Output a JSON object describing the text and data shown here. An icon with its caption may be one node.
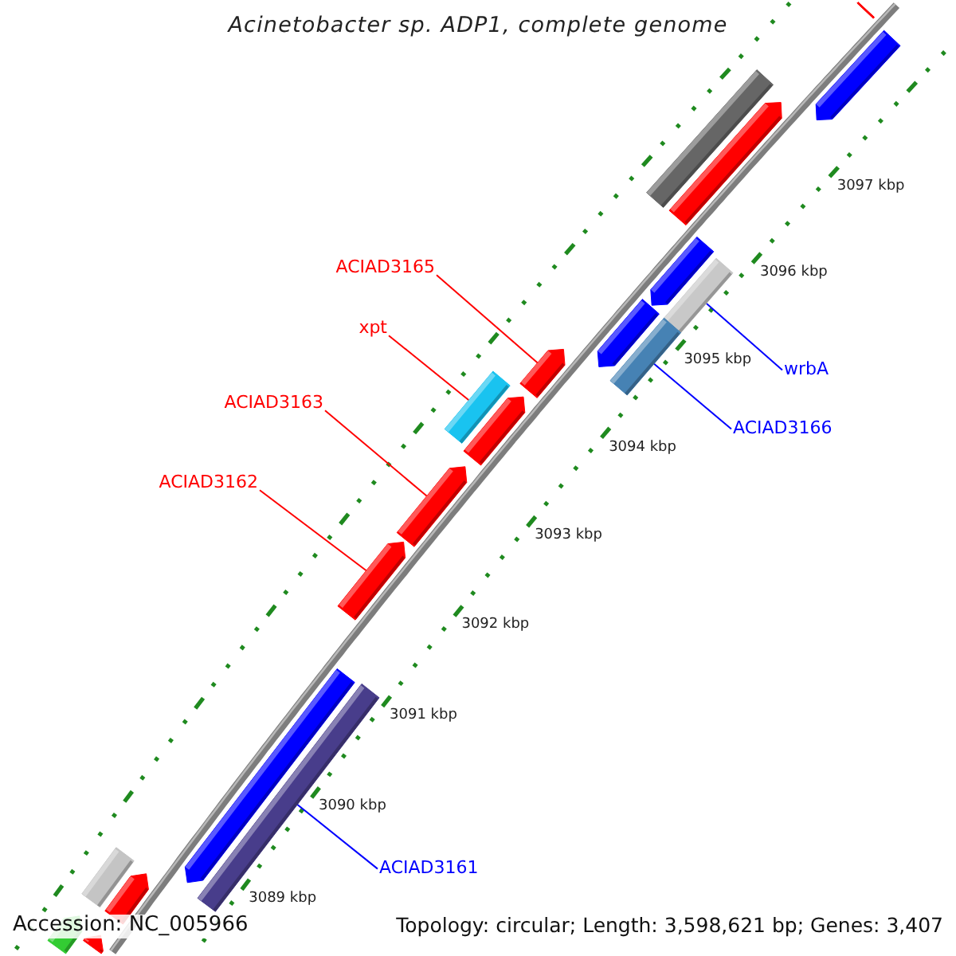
{
  "diagram": {
    "title": "Acinetobacter sp. ADP1, complete genome",
    "nodes": [
      {
        "text": [
          "ACIAD3165"
        ]
      },
      {
        "text": [
          "xpt"
        ]
      },
      {
        "text": [
          "ACIAD3163"
        ]
      },
      {
        "text": [
          "ACIAD3162"
        ]
      },
      {
        "text": [
          "wrbA"
        ]
      },
      {
        "text": [
          "ACIAD3166"
        ]
      },
      {
        "text": [
          "ACIAD3161"
        ]
      },
      {
        "text": [],
        "shape": "pentagon"
      },
      {
        "text": [],
        "shape": "bar"
      },
      {
        "text": [],
        "shape": "pentagon"
      },
      {
        "text": [],
        "shape": "pentagon"
      },
      {
        "text": [],
        "shape": "bar"
      },
      {
        "text": [],
        "shape": "bar"
      },
      {
        "text": [],
        "shape": "bar"
      },
      {
        "text": [],
        "shape": "pentagon"
      },
      {
        "text": [],
        "shape": "pentagon"
      },
      {
        "text": [],
        "shape": "bar"
      },
      {
        "text": [],
        "shape": "pentagon"
      },
      {
        "text": [],
        "shape": "pentagon"
      },
      {
        "text": [],
        "shape": "pentagon"
      },
      {
        "text": [],
        "shape": "pentagon"
      },
      {
        "text": [],
        "shape": "pentagon"
      },
      {
        "text": [],
        "shape": "bar"
      },
      {
        "text": [],
        "shape": "pentagon"
      },
      {
        "text": [],
        "shape": "pentagon"
      },
      {
        "text": [],
        "shape": "pentagon"
      }
    ],
    "edges": [
      {
        "from": 0,
        "to": 7,
        "arrow": "none"
      },
      {
        "from": 1,
        "to": 8,
        "arrow": "none"
      },
      {
        "from": 2,
        "to": 9,
        "arrow": "none"
      },
      {
        "from": 3,
        "to": 10,
        "arrow": "none"
      },
      {
        "from": 4,
        "to": 11,
        "arrow": "none",
        "color": "#0000ff"
      },
      {
        "from": 5,
        "to": 12,
        "arrow": "none",
        "color": "#0000ff"
      },
      {
        "from": 6,
        "to": 13,
        "arrow": "none",
        "color": "#0000ff"
      }
    ],
    "labels": [
      "3097 kbp",
      "3096 kbp",
      "3095 kbp",
      "3094 kbp",
      "3093 kbp",
      "3092 kbp",
      "3091 kbp",
      "3090 kbp",
      "3089 kbp",
      "Accession: NC_005966",
      "Topology: circular; Length: 3,598,621 bp; Genes: 3,407"
    ]
  }
}
